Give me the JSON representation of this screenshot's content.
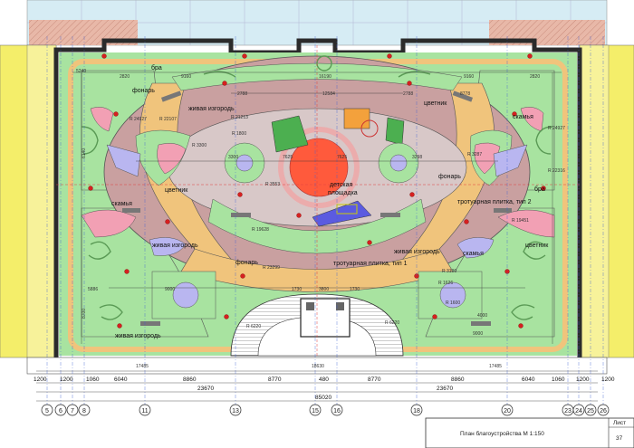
{
  "labels": {
    "fonar_top": "фонарь",
    "fonar_mid": "фонарь",
    "fonar_bottom": "фонарь",
    "bra_top": "бра",
    "bra_right": "бра",
    "izgorod_top": "живая изгородь",
    "izgorod_left": "живая изгородь",
    "izgorod_right": "живая изгородь",
    "izgorod_bottom": "живая изгородь",
    "cvetnik_left": "цветник",
    "cvetnik_top_right": "цветник",
    "cvetnik_right": "цветник",
    "skamya_left": "скамья",
    "skamya_top_right": "скамья",
    "skamya_right": "скамья",
    "playground_1": "детская",
    "playground_2": "площадка",
    "plitka_1": "тротуарная плитка, тип 1",
    "plitka_2": "тротуарная плитка, тип 2"
  },
  "dims": {
    "d2820": "2820",
    "d9160a": "9160",
    "d9160b": "9160",
    "d2820b": "2820",
    "d16190": "16190",
    "d2788a": "2788",
    "d2788b": "2788",
    "d12584": "12584",
    "d8778": "8778",
    "r24927a": "R 24927",
    "r22107": "R 22107",
    "r21213": "R 21213",
    "r24927b": "R 24927",
    "r3300": "R 3300",
    "r1800": "R 1800",
    "d7625a": "7625",
    "d7625b": "7625",
    "d3300": "3300",
    "d3298": "3298",
    "r3553": "R 3553",
    "r3287": "R 3287",
    "r19628": "R 19628",
    "r22316": "R 22316",
    "r19451": "R 19451",
    "r23299": "R 23299",
    "r1626": "R 1626",
    "r1600": "R 1600",
    "r3100": "R 3100",
    "r6220a": "R 6220",
    "r6220b": "R 6220",
    "d9000a": "9000",
    "d9000b": "9000",
    "d4000": "4000",
    "d1730a": "1730",
    "d1730b": "1730",
    "d3800": "3800",
    "d5886": "5886",
    "d8700": "8700",
    "d6140": "6140",
    "d5240": "5240",
    "d17485a": "17485",
    "d17485b": "17485",
    "d18630": "18630"
  },
  "bottom_dims": {
    "row1": [
      "1200",
      "1200",
      "1060",
      "6040",
      "8860",
      "8770",
      "480",
      "8770",
      "8860",
      "6040",
      "1060",
      "1200",
      "1200"
    ],
    "left_total": "23670",
    "right_total": "23670",
    "grand_total": "85020"
  },
  "axes": [
    "5",
    "6",
    "7",
    "8",
    "11",
    "13",
    "15",
    "16",
    "18",
    "20",
    "23",
    "24",
    "25",
    "26"
  ],
  "title_block": {
    "title": "План благоустройства  М 1:150",
    "sheet_label": "Лист",
    "sheet_number": "37"
  },
  "colors": {
    "lawn": "#a8e3a0",
    "path_sand": "#f0c47c",
    "plaza": "#c9a0a0",
    "oval": "#d8c8c8",
    "playground": "#ff5a3c",
    "flowerbed_pink": "#f2a0b4",
    "flowerbed_violet": "#b9b6f0",
    "wall": "#2b2b2b",
    "facade_yellow": "#f4ee6a",
    "glass": "#d6ecf4",
    "brick": "#e8b8a8"
  }
}
